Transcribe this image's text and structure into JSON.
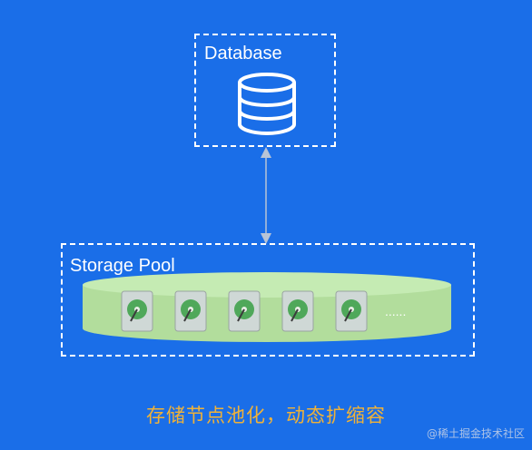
{
  "database": {
    "label": "Database",
    "icon": "database-icon"
  },
  "storage_pool": {
    "label": "Storage Pool",
    "disks": [
      {
        "icon": "hard-disk-icon"
      },
      {
        "icon": "hard-disk-icon"
      },
      {
        "icon": "hard-disk-icon"
      },
      {
        "icon": "hard-disk-icon"
      },
      {
        "icon": "hard-disk-icon"
      }
    ],
    "ellipsis": "......"
  },
  "caption": "存储节点池化，动态扩缩容",
  "watermark": "@稀土掘金技术社区",
  "colors": {
    "background": "#1a6ee8",
    "pool_fill": "#b9e3a6",
    "caption": "#f0b238",
    "connector": "#b8c4d6"
  }
}
